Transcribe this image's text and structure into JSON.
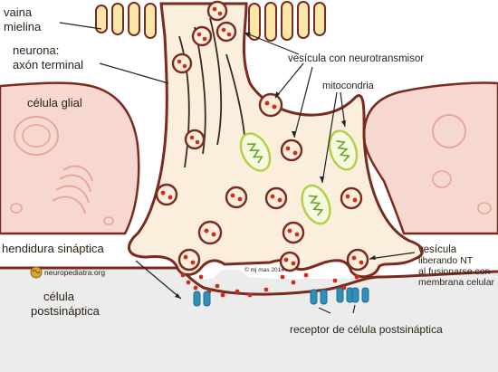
{
  "labels": {
    "vaina_line1": "vaina",
    "vaina_line2": "mielina",
    "neurona_line1": "neurona:",
    "neurona_line2": "axón terminal",
    "celula_glial": "célula glial",
    "vesicula_nt": "vesícula con neurotransmisor",
    "mitocondria": "mitocondria",
    "hendidura": "hendidura sináptica",
    "postsinaptica_line1": "célula",
    "postsinaptica_line2": "postsináptica",
    "fusion_line1": "vesícula",
    "fusion_line2": "liberando NT",
    "fusion_line3": "al fusionarse con",
    "fusion_line4": "membrana celular",
    "receptor": "receptor de célula postsináptica",
    "brand": "neuropediatra.org",
    "copyright": "© mj mas 2014"
  },
  "colors": {
    "membrane": "#7a2a1e",
    "cytoplasm": "#fbeedd",
    "glial_fill": "#f6d8d0",
    "glial_organelle": "#e8a79b",
    "myelin": "#fbe8a8",
    "nt_dot": "#d42a1a",
    "mito_outline": "#b3cf43",
    "mito_fill": "#f4f9df",
    "mito_cristae": "#6ea32a",
    "receptor": "#2f8fb8",
    "pointer": "#222222",
    "brand_badge": "#d9a631"
  }
}
